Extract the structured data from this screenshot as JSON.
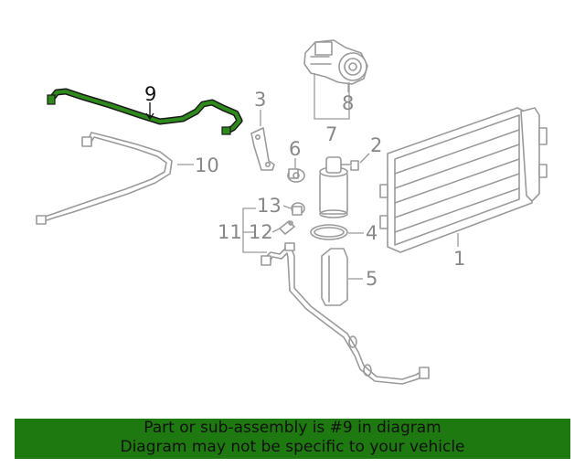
{
  "callouts": {
    "c1": "1",
    "c2": "2",
    "c3": "3",
    "c4": "4",
    "c5": "5",
    "c6": "6",
    "c7": "7",
    "c8": "8",
    "c9": "9",
    "c10": "10",
    "c11": "11",
    "c12": "12",
    "c13": "13"
  },
  "highlighted_part": "9",
  "highlight_color": "#1e7a10",
  "banner": {
    "line1": "Part or sub-assembly is #9 in diagram",
    "line2": "Diagram may not be specific to your vehicle",
    "background": "#1e7a10"
  }
}
